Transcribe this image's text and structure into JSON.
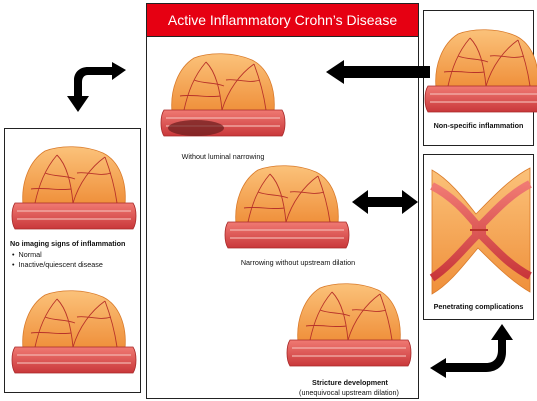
{
  "header": {
    "title": "Active Inflammatory Crohn’s Disease"
  },
  "stages": {
    "no_luminal_narrowing": "Without luminal narrowing",
    "narrowing_no_dilation": "Narrowing without upstream dilation",
    "stricture_title": "Stricture development",
    "stricture_subtitle": "(unequivocal upstream dilation)",
    "non_specific": "Non-specific inflammation",
    "penetrating": "Penetrating complications",
    "no_imaging_signs": "No imaging signs of inflammation",
    "no_imaging_bullets": [
      "Normal",
      "Inactive/quiescent disease"
    ]
  },
  "colors": {
    "header_red": "#e60012",
    "bowel_fat": "#f4a24a",
    "bowel_wall": "#d9534f",
    "vessel": "#c0392b",
    "arrow": "#000000"
  }
}
